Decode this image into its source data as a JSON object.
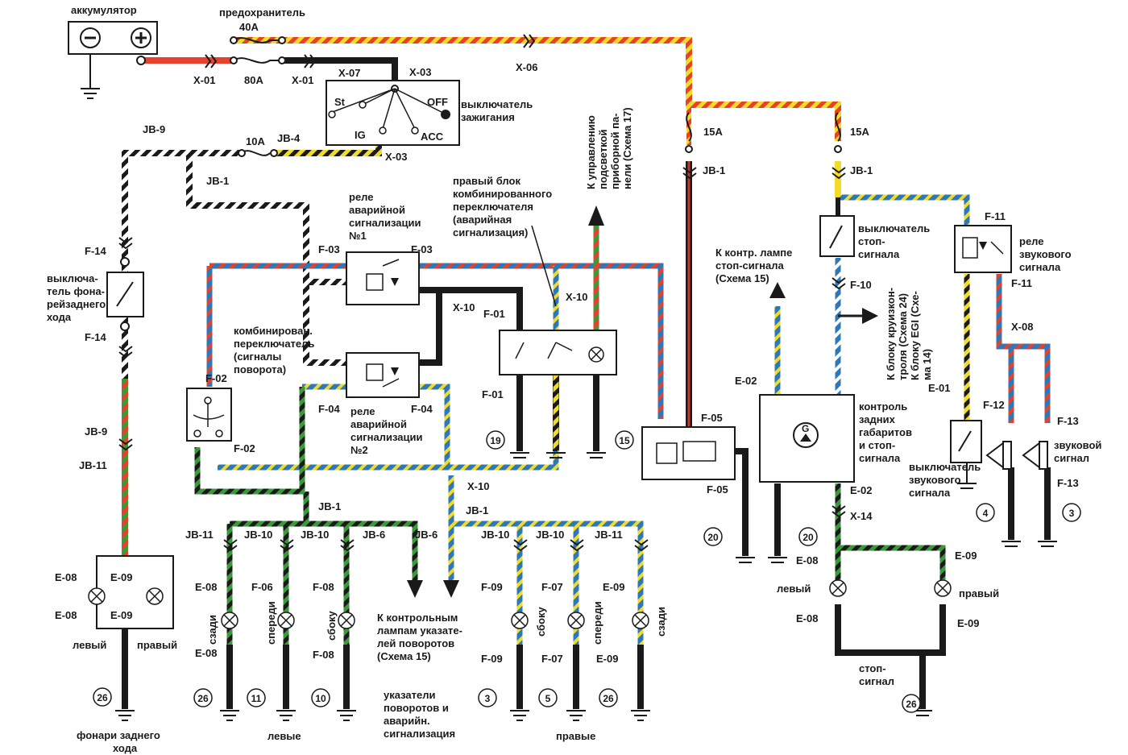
{
  "labels": {
    "battery": "аккумулятор",
    "fuse_main": "предохранитель",
    "fuse_40": "40А",
    "fuse_80": "80А",
    "fuse_10": "10А",
    "fuse_15a_left": "15А",
    "fuse_15a_right": "15А",
    "ign_switch": [
      "выключатель",
      "зажигания"
    ],
    "ign_st": "St",
    "ign_off": "OFF",
    "ign_ig": "IG",
    "ign_acc": "ACC",
    "reverse_switch": [
      "выключа-",
      "тель фона-",
      "рейзаднего",
      "хода"
    ],
    "hazard_relay_1": [
      "реле",
      "аварийной",
      "сигнализации",
      "№1"
    ],
    "hazard_relay_2": [
      "реле",
      "аварийной",
      "сигнализации",
      "№2"
    ],
    "combo_switch": [
      "комбинирован.",
      "переключатель",
      "(сигналы",
      "поворота)"
    ],
    "right_combo_block": [
      "правый блок",
      "комбинированного",
      "переключателя",
      "(аварийная",
      "сигнализация)"
    ],
    "to_backlight": [
      "К управлению",
      "подсветкой",
      "приборной па-",
      "нели (Схема 17)"
    ],
    "to_stop_lamp": [
      "К контр. лампе",
      "стоп-сигнала",
      "(Схема 15)"
    ],
    "stop_switch": [
      "выключатель",
      "стоп-",
      "сигнала"
    ],
    "to_cruise": [
      "К блоку круизкон-",
      "троля (Схема 24)",
      "К блоку EGI (Схе-",
      "ма 14)"
    ],
    "horn_relay": [
      "реле",
      "звукового",
      "сигнала"
    ],
    "rear_control": [
      "контроль",
      "задних",
      "габаритов",
      "и стоп-",
      "сигнала"
    ],
    "horn_switch": [
      "выключатель",
      "звукового",
      "сигнала"
    ],
    "horn": [
      "звуковой",
      "сигнал"
    ],
    "to_turn_lamps": [
      "К контрольным",
      "лампам указате-",
      "лей поворотов",
      "(Схема 15)"
    ],
    "turn_signals_caption": [
      "указатели",
      "поворотов и",
      "аварийн.",
      "сигнализация"
    ],
    "reverse_lights_caption": [
      "фонари заднего",
      "хода"
    ],
    "left": "левый",
    "right": "правый",
    "left_pl": "левые",
    "right_pl": "правые",
    "rear": "сзади",
    "front": "спереди",
    "side": "сбоку",
    "stop_signal": [
      "стоп-",
      "сигнал"
    ],
    "left_stop": "левый",
    "right_stop": "правый",
    "lamp_G": "G"
  },
  "connectors": {
    "x01a": "X-01",
    "x01b": "X-01",
    "x07": "X-07",
    "x03a": "X-03",
    "x03b": "X-03",
    "x06": "X-06",
    "jb9a": "JB-9",
    "jb4": "JB-4",
    "jb1a": "JB-1",
    "f14a": "F-14",
    "f14b": "F-14",
    "jb9b": "JB-9",
    "jb11a": "JB-11",
    "e08a": "E-08",
    "e09a": "E-09",
    "e08b": "E-08",
    "e09b": "E-09",
    "f03a": "F-03",
    "f03b": "F-03",
    "f04a": "F-04",
    "f04b": "F-04",
    "f02a": "F-02",
    "f02b": "F-02",
    "x10a": "X-10",
    "x10b": "X-10",
    "x10c": "X-10",
    "f01a": "F-01",
    "f01b": "F-01",
    "jb1b": "JB-1",
    "jb1c": "JB-1",
    "jb1d": "JB-1",
    "jb1e": "JB-1",
    "jb11b": "JB-11",
    "jb10a": "JB-10",
    "jb10b": "JB-10",
    "jb6a": "JB-6",
    "jb6b": "JB-6",
    "jb10c": "JB-10",
    "jb10d": "JB-10",
    "jb11c": "JB-11",
    "e08c": "E-08",
    "f06": "F-06",
    "f08a": "F-08",
    "e08d": "E-08",
    "f08b": "F-08",
    "f09a": "F-09",
    "f07a": "F-07",
    "e09c": "E-09",
    "f09b": "F-09",
    "f07b": "F-07",
    "e09d": "E-09",
    "f05a": "F-05",
    "f05b": "F-05",
    "e02a": "E-02",
    "e02b": "E-02",
    "f10": "F-10",
    "x14": "X-14",
    "e08e": "E-08",
    "e09e": "E-09",
    "e08f": "E-08",
    "e09f": "E-09",
    "f11a": "F-11",
    "f11b": "F-11",
    "x08": "X-08",
    "e01": "E-01",
    "f12": "F-12",
    "f13a": "F-13",
    "f13b": "F-13"
  },
  "circle_refs": [
    "26",
    "26",
    "11",
    "10",
    "3",
    "5",
    "26",
    "19",
    "15",
    "20",
    "20",
    "26",
    "4",
    "3"
  ],
  "wire_colors": {
    "red": "#e8402a",
    "orange": "#f08a2a",
    "yellow": "#f2dc2a",
    "black": "#1a1a1a",
    "white": "#ffffff",
    "blue": "#2f78b8",
    "green": "#3a9a3a",
    "gray": "#8a8a8a"
  }
}
